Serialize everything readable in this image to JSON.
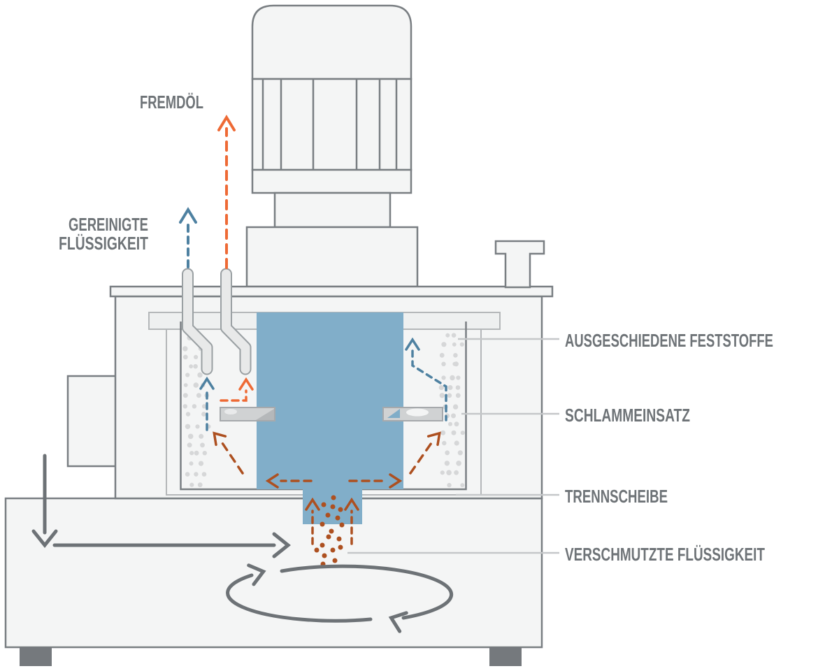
{
  "diagram": {
    "callouts_left": {
      "fremdoel": {
        "text": "FREMDÖL"
      },
      "gereinigte": {
        "line1": "GEREINIGTE",
        "line2": "FLÜSSIGKEIT"
      }
    },
    "callouts_right": {
      "ausgeschiedene_feststoffe": {
        "text": "AUSGESCHIEDENE FESTSTOFFE"
      },
      "schlammeinsatz": {
        "text": "SCHLAMMEINSATZ"
      },
      "trennscheibe": {
        "text": "TRENNSCHEIBE"
      },
      "verschmutzte_fluessigkeit": {
        "text": "VERSCHMUTZTE FLÜSSIGKEIT"
      }
    },
    "colors": {
      "liquid_blue": "#81aec9",
      "clean_liquid_arrow": "#4e81a1",
      "foreign_oil_arrow": "#ee6a35",
      "solids_rust": "#ad5020",
      "machine_fill": "#f4f5f5",
      "machine_outline": "#797e82",
      "label_gray": "#6e7377",
      "leader_gray": "#c5c7c9",
      "flow_gray": "#6d7276",
      "stipple_gray": "#d6d7d8"
    }
  }
}
